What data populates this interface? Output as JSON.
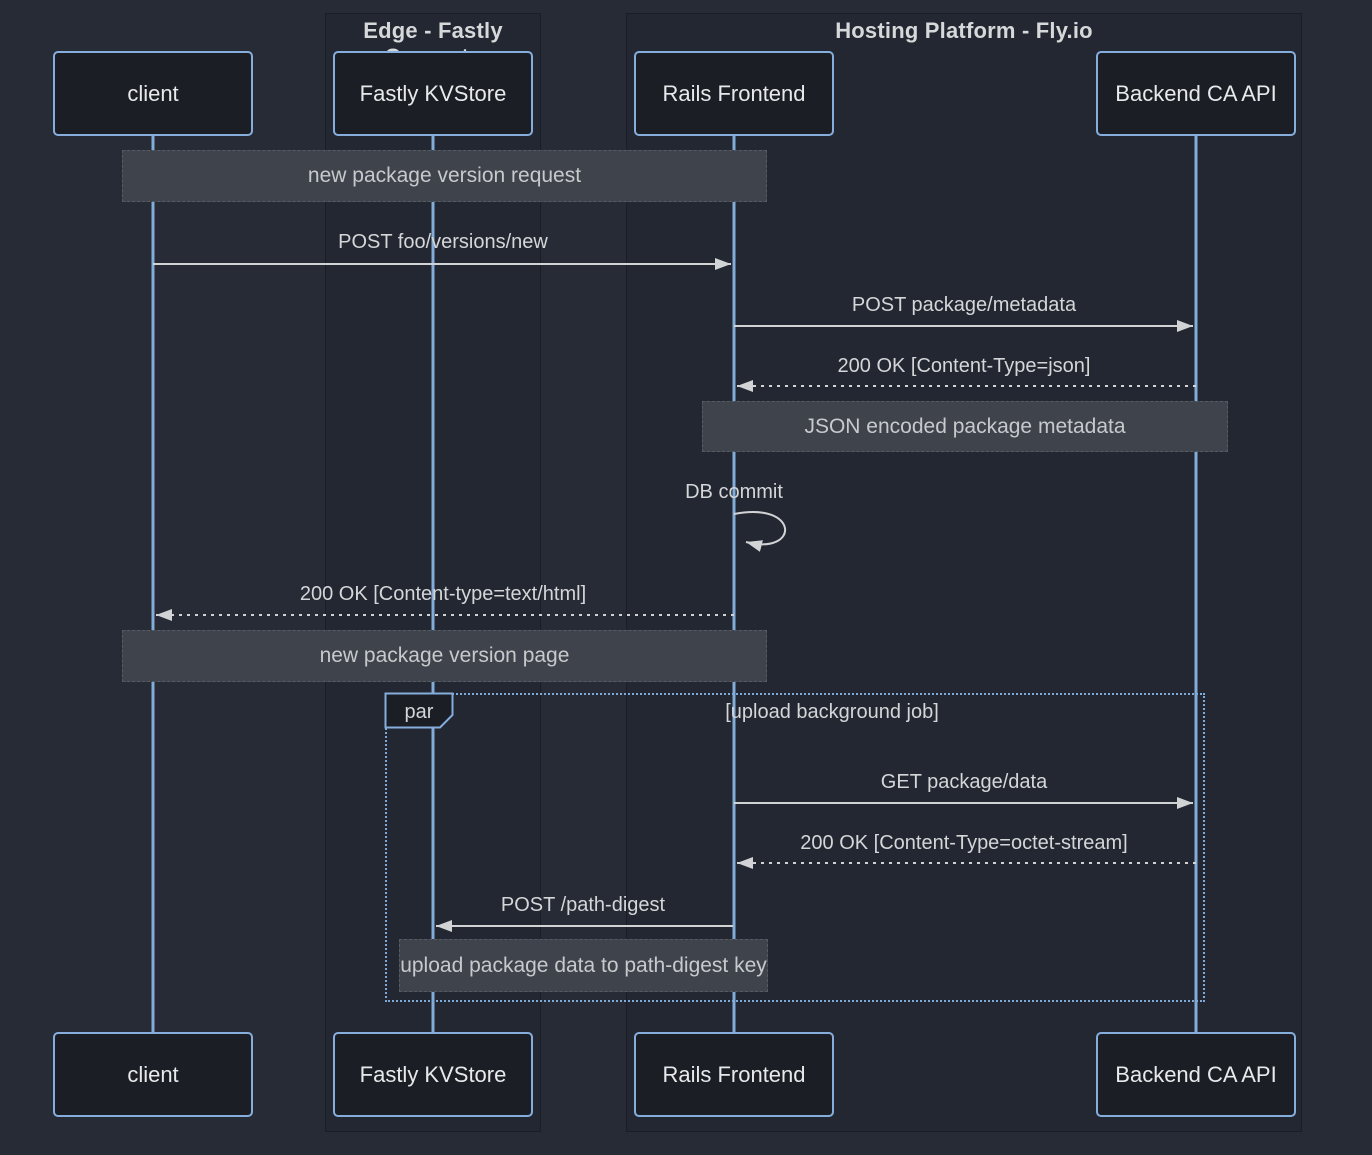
{
  "diagram_type": "sequence-diagram",
  "colors": {
    "background": "#262b36",
    "actor_fill": "#1b1e24",
    "actor_border": "#85aedd",
    "lifeline": "#82add9",
    "note_fill": "#3f444c",
    "arrow": "#d2d3d5",
    "text": "#d4d6d8",
    "par_border": "#7fa9d9"
  },
  "groups": [
    {
      "label": "Edge - Fastly Compute"
    },
    {
      "label": "Hosting Platform - Fly.io"
    }
  ],
  "actors": [
    {
      "label": "client"
    },
    {
      "label": "Fastly KVStore"
    },
    {
      "label": "Rails Frontend"
    },
    {
      "label": "Backend CA API"
    }
  ],
  "notes": [
    {
      "text": "new package version request",
      "over": [
        "client",
        "Rails Frontend"
      ]
    },
    {
      "text": "JSON encoded package metadata",
      "over": [
        "Rails Frontend",
        "Backend CA API"
      ]
    },
    {
      "text": "new package version page",
      "over": [
        "client",
        "Rails Frontend"
      ]
    },
    {
      "text": "upload package data to path-digest key",
      "over": [
        "Fastly KVStore",
        "Rails Frontend"
      ]
    }
  ],
  "messages": [
    {
      "text": "POST foo/versions/new",
      "from": "client",
      "to": "Rails Frontend",
      "style": "solid"
    },
    {
      "text": "POST package/metadata",
      "from": "Rails Frontend",
      "to": "Backend CA API",
      "style": "solid"
    },
    {
      "text": "200 OK [Content-Type=json]",
      "from": "Backend CA API",
      "to": "Rails Frontend",
      "style": "dashed"
    },
    {
      "text": "DB commit",
      "from": "Rails Frontend",
      "to": "Rails Frontend",
      "style": "self"
    },
    {
      "text": "200 OK [Content-type=text/html]",
      "from": "Rails Frontend",
      "to": "client",
      "style": "dashed"
    },
    {
      "text": "GET package/data",
      "from": "Rails Frontend",
      "to": "Backend CA API",
      "style": "solid"
    },
    {
      "text": "200 OK [Content-Type=octet-stream]",
      "from": "Backend CA API",
      "to": "Rails Frontend",
      "style": "dashed"
    },
    {
      "text": "POST /path-digest",
      "from": "Rails Frontend",
      "to": "Fastly KVStore",
      "style": "solid"
    }
  ],
  "par": {
    "label": "par",
    "condition": "[upload background job]"
  }
}
